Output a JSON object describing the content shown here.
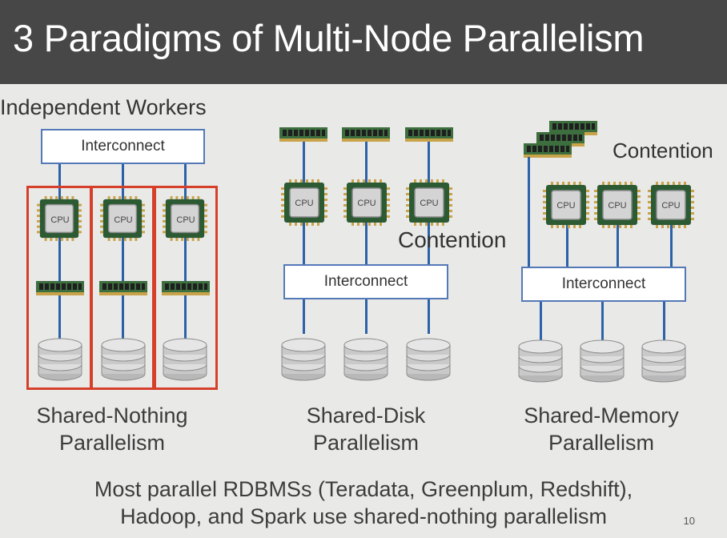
{
  "title": "3 Paradigms of Multi-Node Parallelism",
  "labels": {
    "independent_workers": "Independent Workers",
    "contention_disk": "Contention",
    "contention_memory": "Contention",
    "interconnect": "Interconnect",
    "cpu": "CPU"
  },
  "paradigms": [
    {
      "line1": "Shared-Nothing",
      "line2": "Parallelism"
    },
    {
      "line1": "Shared-Disk",
      "line2": "Parallelism"
    },
    {
      "line1": "Shared-Memory",
      "line2": "Parallelism"
    }
  ],
  "footer": {
    "line1": "Most parallel RDBMSs (Teradata, Greenplum, Redshift),",
    "line2": "Hadoop, and Spark use shared-nothing parallelism"
  },
  "page_number": "10",
  "colors": {
    "title_bar": "#474747",
    "background": "#e9e9e8",
    "wire": "#2c62a8",
    "worker_box": "#d6402b",
    "cpu_chip": "#2b5a33",
    "memory_stick": "#3c6e3e"
  }
}
